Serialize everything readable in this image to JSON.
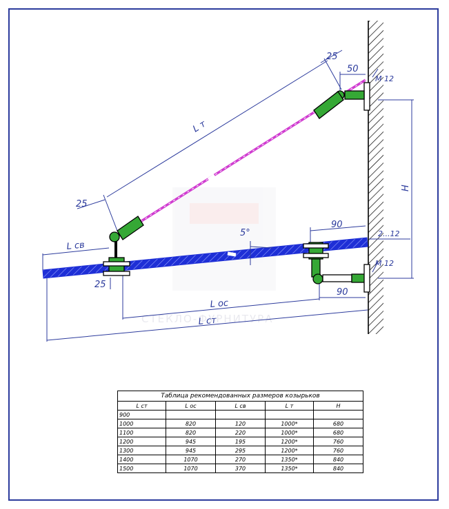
{
  "drawing": {
    "labels": {
      "lt": "L т",
      "lsv": "L св",
      "los": "L ос",
      "lst": "L ст",
      "h": "H",
      "dim25_top": "25",
      "dim25_left": "25",
      "dim25_bottom": "25",
      "dim50": "50",
      "dim90_top": "90",
      "dim90_bottom": "90",
      "m12_top": "M 12",
      "m12_bottom": "M 12",
      "range": "2...12",
      "angle": "5°"
    },
    "watermark": "СТЕКЛО-ФУРНИТУРА",
    "colors": {
      "dimension": "#2b3a9c",
      "glass": "#1e2fd6",
      "rod": "#d03cd0",
      "fitting": "#35a835",
      "wall": "#000000"
    }
  },
  "table": {
    "title": "Таблица рекомендованных размеров козырьков",
    "headers": [
      "L ст",
      "L ос",
      "L св",
      "L т",
      "H"
    ],
    "rows": [
      [
        "900",
        "",
        "",
        "",
        ""
      ],
      [
        "1000",
        "820",
        "120",
        "1000*",
        "680"
      ],
      [
        "1100",
        "820",
        "220",
        "1000*",
        "680"
      ],
      [
        "1200",
        "945",
        "195",
        "1200*",
        "760"
      ],
      [
        "1300",
        "945",
        "295",
        "1200*",
        "760"
      ],
      [
        "1400",
        "1070",
        "270",
        "1350*",
        "840"
      ],
      [
        "1500",
        "1070",
        "370",
        "1350*",
        "840"
      ]
    ]
  }
}
